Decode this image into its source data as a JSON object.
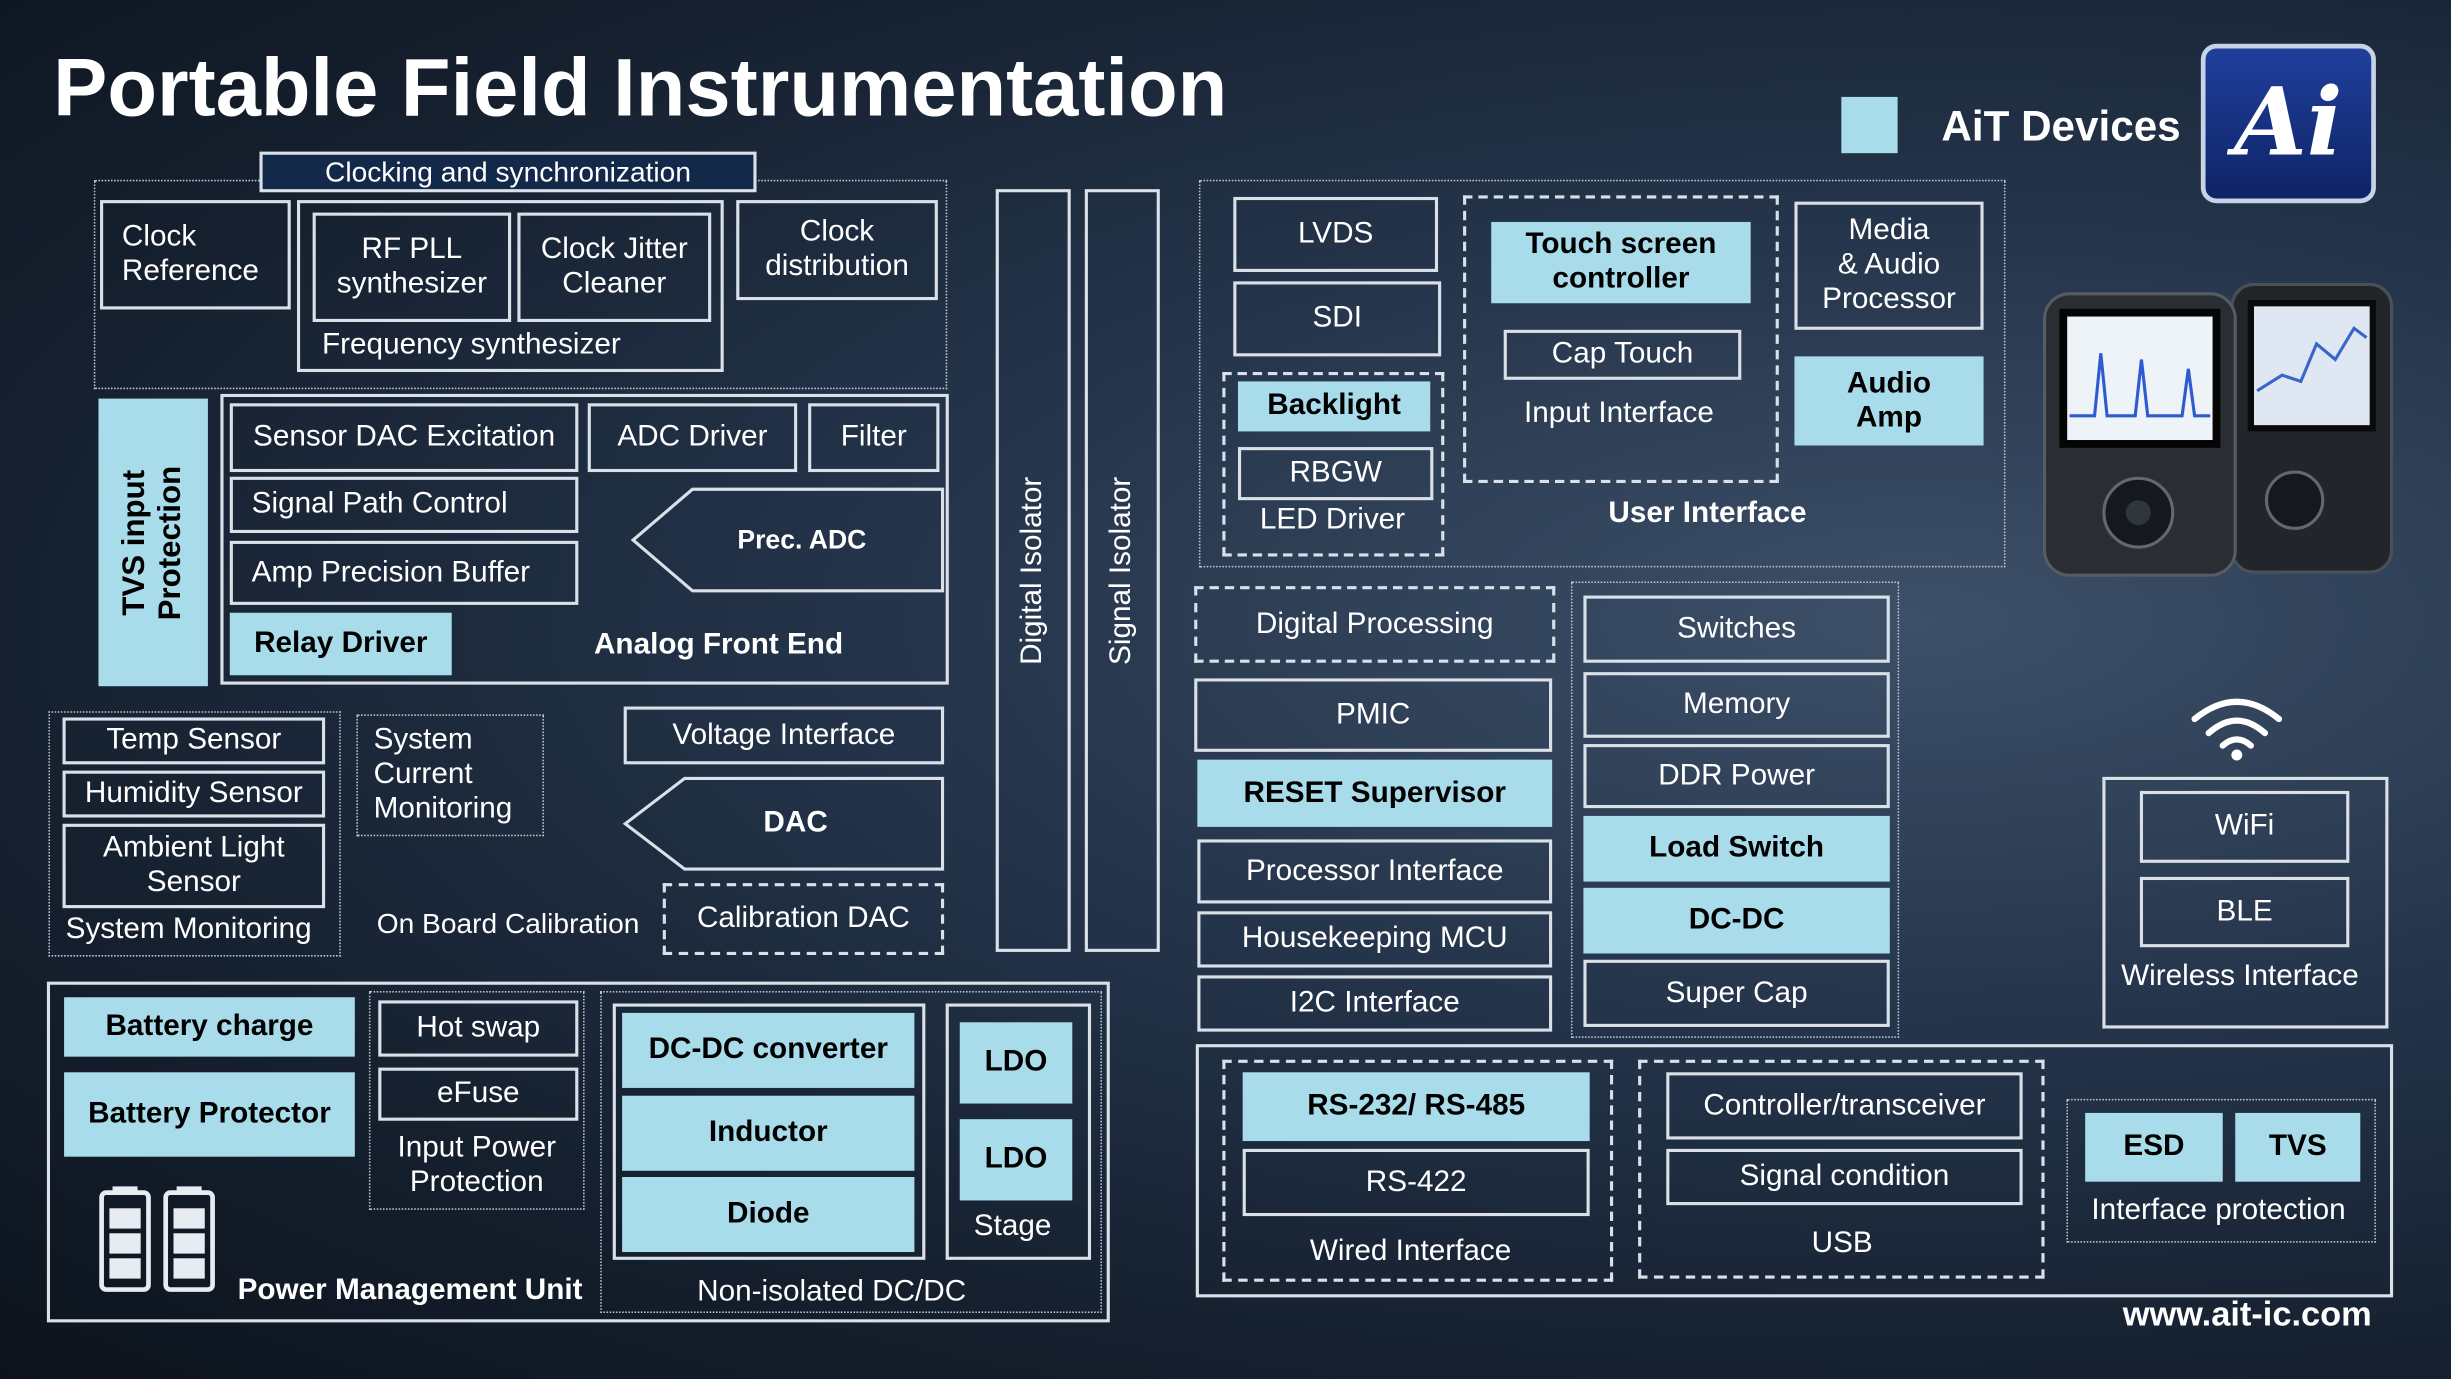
{
  "title": "Portable Field Instrumentation",
  "brand": {
    "name": "AiT Devices",
    "logo_letters": "Ai",
    "website": "www.ait-ic.com",
    "legend_color": "#a9dcea"
  },
  "clocking": {
    "header": "Clocking and synchronization",
    "clock_reference": "Clock\nReference",
    "rf_pll": "RF PLL\nsynthesizer",
    "jitter_cleaner": "Clock Jitter\nCleaner",
    "freq_synth": "Frequency synthesizer",
    "distribution": "Clock\ndistribution"
  },
  "isolators": {
    "digital": "Digital Isolator",
    "signal": "Signal Isolator"
  },
  "afe": {
    "tvs": "TVS input\nProtection",
    "sensor_dac": "Sensor DAC Excitation",
    "adc_driver": "ADC Driver",
    "filter": "Filter",
    "signal_path": "Signal Path Control",
    "amp_buffer": "Amp Precision Buffer",
    "prec_adc": "Prec. ADC",
    "relay": "Relay Driver",
    "label": "Analog Front End"
  },
  "monitoring": {
    "temp": "Temp Sensor",
    "humidity": "Humidity Sensor",
    "ambient": "Ambient Light\nSensor",
    "label": "System Monitoring",
    "current": "System\nCurrent\nMonitoring"
  },
  "calibration": {
    "voltage": "Voltage Interface",
    "dac": "DAC",
    "onboard": "On Board Calibration",
    "cal_dac": "Calibration DAC"
  },
  "power": {
    "battery_charge": "Battery charge",
    "battery_protector": "Battery Protector",
    "hot_swap": "Hot swap",
    "efuse": "eFuse",
    "input_protection": "Input Power\nProtection",
    "label": "Power Management Unit",
    "dcdc_converter": "DC-DC converter",
    "inductor": "Inductor",
    "diode": "Diode",
    "ldo1": "LDO",
    "ldo2": "LDO",
    "stage": "Stage",
    "non_isolated": "Non-isolated DC/DC"
  },
  "ui": {
    "lvds": "LVDS",
    "sdi": "SDI",
    "backlight": "Backlight",
    "rbgw": "RBGW",
    "led_driver": "LED Driver",
    "touch_controller": "Touch screen\ncontroller",
    "cap_touch": "Cap Touch",
    "input_interface": "Input Interface",
    "media": "Media\n& Audio\nProcessor",
    "audio_amp": "Audio\nAmp",
    "label": "User Interface"
  },
  "digital": {
    "processing": "Digital Processing",
    "pmic": "PMIC",
    "reset": "RESET Supervisor",
    "processor_if": "Processor Interface",
    "housekeeping": "Housekeeping MCU",
    "i2c": "I2C Interface"
  },
  "right_col": {
    "switches": "Switches",
    "memory": "Memory",
    "ddr": "DDR Power",
    "load_switch": "Load Switch",
    "dcdc": "DC-DC",
    "super_cap": "Super Cap"
  },
  "wireless": {
    "wifi": "WiFi",
    "ble": "BLE",
    "label": "Wireless Interface"
  },
  "wired": {
    "rs232": "RS-232/ RS-485",
    "rs422": "RS-422",
    "label": "Wired Interface",
    "controller": "Controller/transceiver",
    "signal_cond": "Signal condition",
    "usb": "USB",
    "esd": "ESD",
    "tvs": "TVS",
    "iface_protection": "Interface protection"
  }
}
